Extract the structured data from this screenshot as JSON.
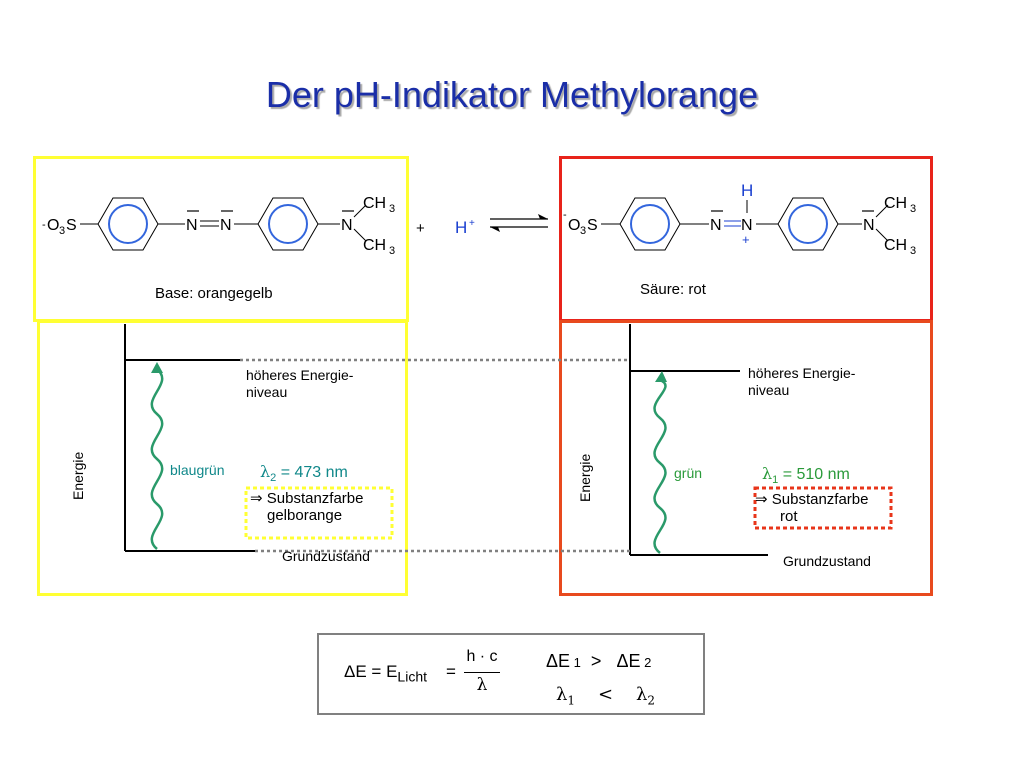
{
  "title": "Der pH-Indikator Methylorange",
  "colors": {
    "title": "#1a2ea8",
    "base_box": "#ffff33",
    "acid_box": "#e8231a",
    "acid_box_lower": "#e84a1e",
    "ring": "#3366dd",
    "wave": "#2a9a6a",
    "teal_text": "#10888a",
    "green_text": "#2a9a3a",
    "proton": "#1a3fd0"
  },
  "reaction": {
    "plus": "+",
    "proton": "H",
    "proton_sup": "+",
    "base": {
      "sulfonate_pre": "-",
      "sulfonate": "O",
      "sulfonate_sub": "3",
      "sulfonate_s": "S",
      "n1": "N",
      "n2": "N",
      "n3": "N",
      "ch": "CH",
      "ch_sub": "3",
      "caption": "Base: orangegelb"
    },
    "acid": {
      "sulfonate_pre": "-",
      "sulfonate": "O",
      "sulfonate_sub": "3",
      "sulfonate_s": "S",
      "n1": "N",
      "n2": "N",
      "n3": "N",
      "h": "H",
      "charge": "+",
      "ch": "CH",
      "ch_sub": "3",
      "caption": "Säure: rot"
    }
  },
  "left_diagram": {
    "axis_label": "Energie",
    "upper_level": "höheres Energie-",
    "upper_level_2": "niveau",
    "lower_level": "Grundzustand",
    "light_label": "blaugrün",
    "lambda_symbol": "λ",
    "lambda_sub": "2",
    "lambda_value": "= 473 nm",
    "arrow": "⇒",
    "result_1": "Substanzfarbe",
    "result_2": "gelborange"
  },
  "right_diagram": {
    "axis_label": "Energie",
    "upper_level": "höheres Energie-",
    "upper_level_2": "niveau",
    "lower_level": "Grundzustand",
    "light_label": "grün",
    "lambda_symbol": "λ",
    "lambda_sub": "1",
    "lambda_value": "= 510 nm",
    "arrow": "⇒",
    "result_1": "Substanzfarbe",
    "result_2": "rot"
  },
  "formula": {
    "lhs": "ΔE = E",
    "lhs_sub": "Licht",
    "eq": "=",
    "numerator": "h · c",
    "denominator": "λ",
    "cmp1_left": "ΔE",
    "cmp1_left_sub": "1",
    "cmp1_op": ">",
    "cmp1_right": "ΔE",
    "cmp1_right_sub": "2",
    "cmp2_left": "λ",
    "cmp2_left_sub": "1",
    "cmp2_op": "<",
    "cmp2_right": "λ",
    "cmp2_right_sub": "2"
  }
}
